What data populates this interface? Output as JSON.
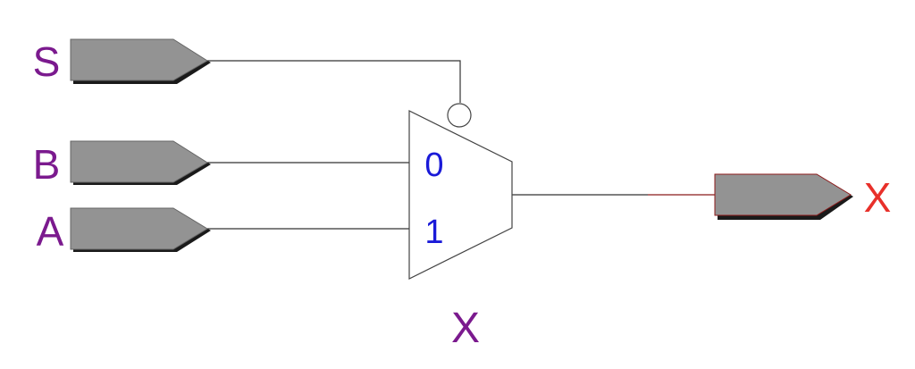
{
  "colors": {
    "input_label": "#7b1a8e",
    "output_label": "#e8302a",
    "mux_label": "#1a1ad8",
    "caption": "#7b1a8e",
    "connector_fill": "#939393",
    "wire": "#333333",
    "output_wire": "#8b1a1a"
  },
  "inputs": {
    "s": {
      "label": "S"
    },
    "b": {
      "label": "B"
    },
    "a": {
      "label": "A"
    }
  },
  "output": {
    "label": "X"
  },
  "mux": {
    "input0_label": "0",
    "input1_label": "1",
    "select_inverted": true
  },
  "caption": "X"
}
